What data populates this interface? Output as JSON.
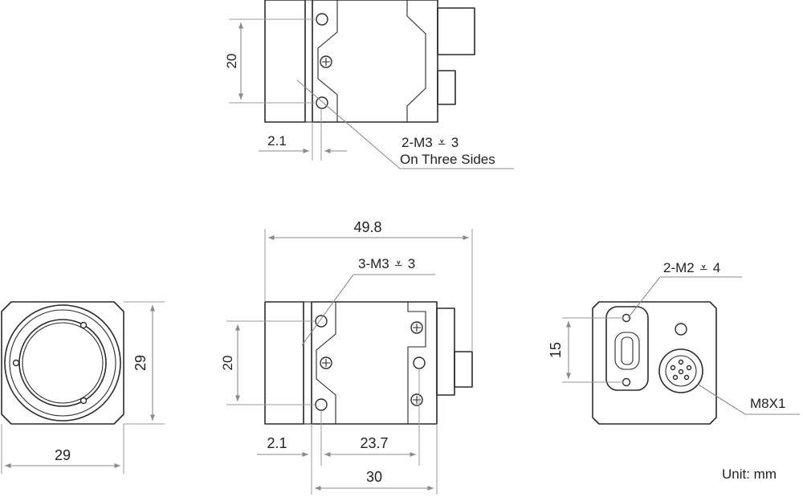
{
  "top_view": {
    "dim_height": "20",
    "dim_flange": "2.1",
    "callout_line1": "2-M3",
    "callout_depth": "3",
    "callout_line2": "On Three Sides"
  },
  "side_view": {
    "dim_length": "49.8",
    "dim_height": "20",
    "dim_flange": "2.1",
    "dim_hole_spacing": "23.7",
    "dim_body": "30",
    "callout_prefix": "3-M3",
    "callout_depth": "3"
  },
  "front_view": {
    "dim_width": "29",
    "dim_height": "29"
  },
  "rear_view": {
    "dim_height": "15",
    "callout_prefix": "2-M2",
    "callout_depth": "4",
    "connector_label": "M8X1"
  },
  "units_note": "Unit: mm",
  "colors": {
    "outline": "#2a2a2a",
    "dimension": "#9a9a9a",
    "text": "#222222"
  }
}
